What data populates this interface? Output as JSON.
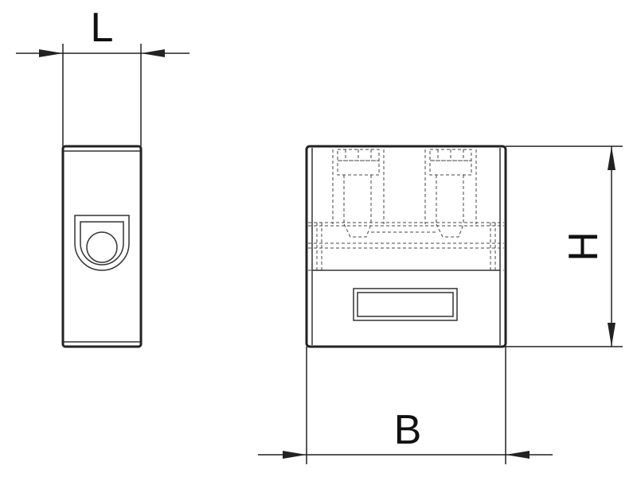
{
  "dimensions": {
    "length_label": "L",
    "height_label": "H",
    "width_label": "B"
  }
}
